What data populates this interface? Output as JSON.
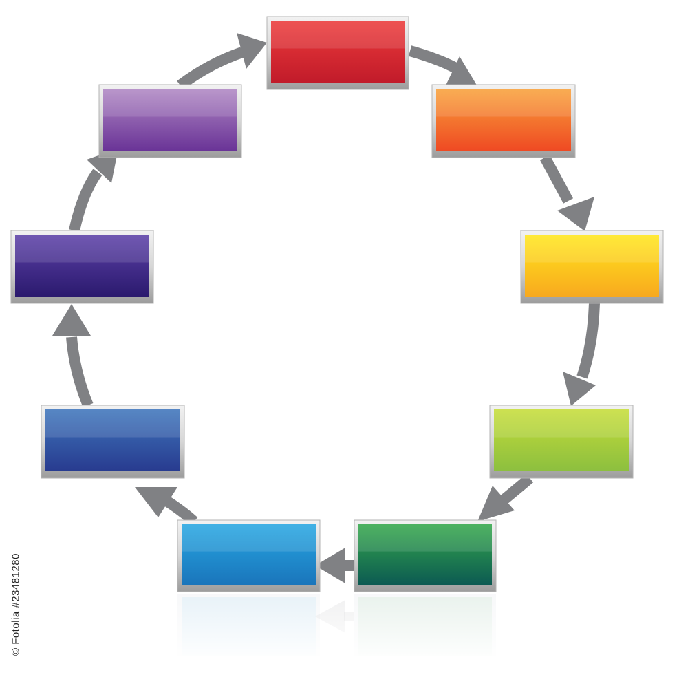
{
  "diagram": {
    "type": "cycle",
    "boxes": [
      {
        "id": "box-red",
        "color_top": "#ec3b3b",
        "color_bottom": "#c11b2a"
      },
      {
        "id": "box-orange",
        "color_top": "#f8a23b",
        "color_bottom": "#ef4a23"
      },
      {
        "id": "box-yellow",
        "color_top": "#ffe71c",
        "color_bottom": "#f8a91f"
      },
      {
        "id": "box-light-green",
        "color_top": "#c6dd3a",
        "color_bottom": "#8cbf3f"
      },
      {
        "id": "box-dark-green",
        "color_top": "#35a84c",
        "color_bottom": "#0c5a52"
      },
      {
        "id": "box-light-blue",
        "color_top": "#27a7e2",
        "color_bottom": "#1a75bb"
      },
      {
        "id": "box-blue",
        "color_top": "#3f76bc",
        "color_bottom": "#283b8f"
      },
      {
        "id": "box-indigo",
        "color_top": "#5d41a8",
        "color_bottom": "#2b1a6e"
      },
      {
        "id": "box-purple",
        "color_top": "#b088c4",
        "color_bottom": "#6a3497"
      }
    ],
    "arrow_color": "#808184",
    "frame_color": "#b3b3b3"
  },
  "watermark": {
    "text": "© Fotolia #23481280"
  }
}
